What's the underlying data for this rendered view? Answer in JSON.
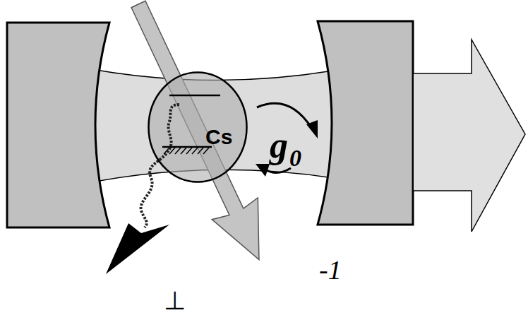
{
  "diagram": {
    "nodes": [
      {
        "text": [
          "Cs"
        ]
      }
    ],
    "labels": [
      "g",
      "0",
      "-1",
      "⊥"
    ]
  }
}
